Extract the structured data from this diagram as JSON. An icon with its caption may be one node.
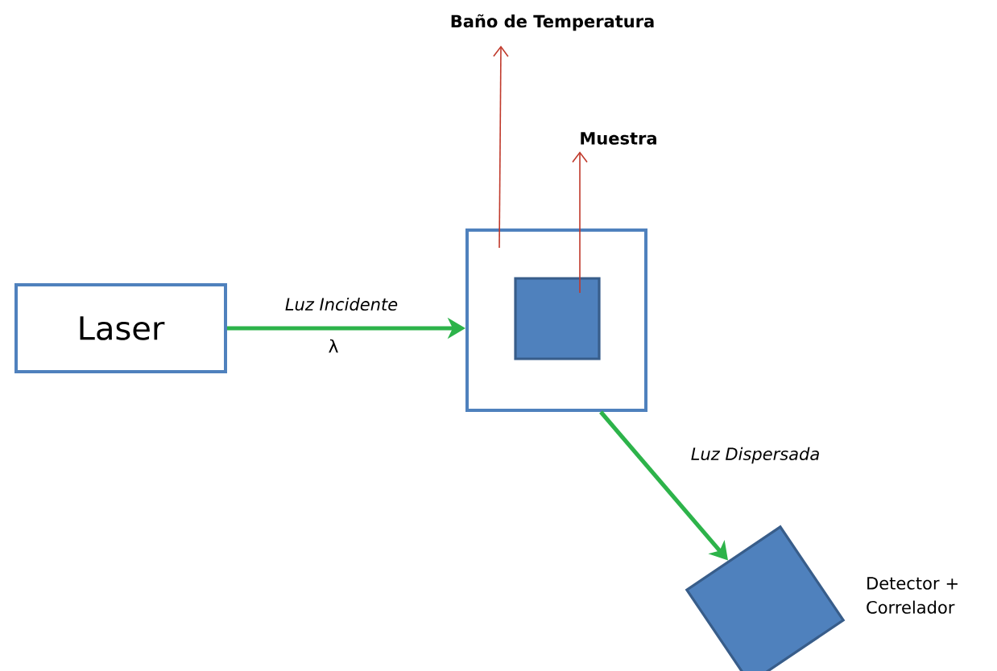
{
  "diagram": {
    "nodes": [
      {
        "text": [
          "Laser"
        ]
      },
      {
        "text": [],
        "shape": "box"
      },
      {
        "text": [],
        "shape": "box",
        "in": 1
      },
      {
        "text": [],
        "shape": "box",
        "beside": [
          "Detector + Correlador"
        ]
      },
      {
        "text": [
          "Baño de Temperatura"
        ]
      },
      {
        "text": [
          "Muestra"
        ]
      }
    ],
    "edges": [
      {
        "from": 0,
        "to": 1,
        "arrow": "to",
        "label": "Luz Incidente",
        "style": "thick",
        "color": "#2db34a"
      },
      {
        "from": 1,
        "to": 3,
        "arrow": "to",
        "label": "Luz Dispersada",
        "style": "thick",
        "color": "#2db34a"
      },
      {
        "from": 1,
        "to": 4,
        "arrow": "to",
        "color": "#c0392b"
      },
      {
        "from": 2,
        "to": 5,
        "arrow": "to",
        "color": "#c0392b"
      }
    ],
    "labels": [
      "λ"
    ]
  }
}
